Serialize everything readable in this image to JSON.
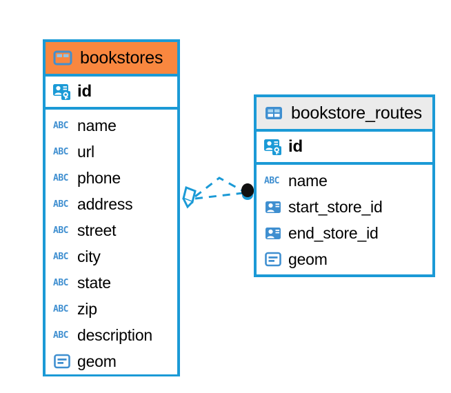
{
  "diagram": {
    "type": "entity-relationship-diagram",
    "background_color": "#ffffff",
    "accent_color": "#1b9ad6",
    "highlight_color": "#f9873f",
    "neutral_header_color": "#ebebeb"
  },
  "entities": [
    {
      "name": "bookstores",
      "header_icon": "table-icon",
      "header_style": "orange",
      "primary_key": {
        "label": "id",
        "icon": "primary-key-icon"
      },
      "fields": [
        {
          "label": "name",
          "icon": "abc-text-icon"
        },
        {
          "label": "url",
          "icon": "abc-text-icon"
        },
        {
          "label": "phone",
          "icon": "abc-text-icon"
        },
        {
          "label": "address",
          "icon": "abc-text-icon"
        },
        {
          "label": "street",
          "icon": "abc-text-icon"
        },
        {
          "label": "city",
          "icon": "abc-text-icon"
        },
        {
          "label": "state",
          "icon": "abc-text-icon"
        },
        {
          "label": "zip",
          "icon": "abc-text-icon"
        },
        {
          "label": "description",
          "icon": "abc-text-icon"
        },
        {
          "label": "geom",
          "icon": "geometry-icon"
        }
      ]
    },
    {
      "name": "bookstore_routes",
      "header_icon": "table-icon",
      "header_style": "grey",
      "primary_key": {
        "label": "id",
        "icon": "primary-key-icon"
      },
      "fields": [
        {
          "label": "name",
          "icon": "abc-text-icon"
        },
        {
          "label": "start_store_id",
          "icon": "foreign-key-icon"
        },
        {
          "label": "end_store_id",
          "icon": "foreign-key-icon"
        },
        {
          "label": "geom",
          "icon": "geometry-icon"
        }
      ]
    }
  ],
  "relationship": {
    "style": "dashed",
    "color": "#1b9ad6",
    "source_entity": "bookstores",
    "target_entity": "bookstore_routes",
    "source_marker": "crows-foot-diamond",
    "target_marker": "filled-circle",
    "target_marker_color": "#111111"
  },
  "icon_glyphs": {
    "abc_label": "ABC"
  }
}
